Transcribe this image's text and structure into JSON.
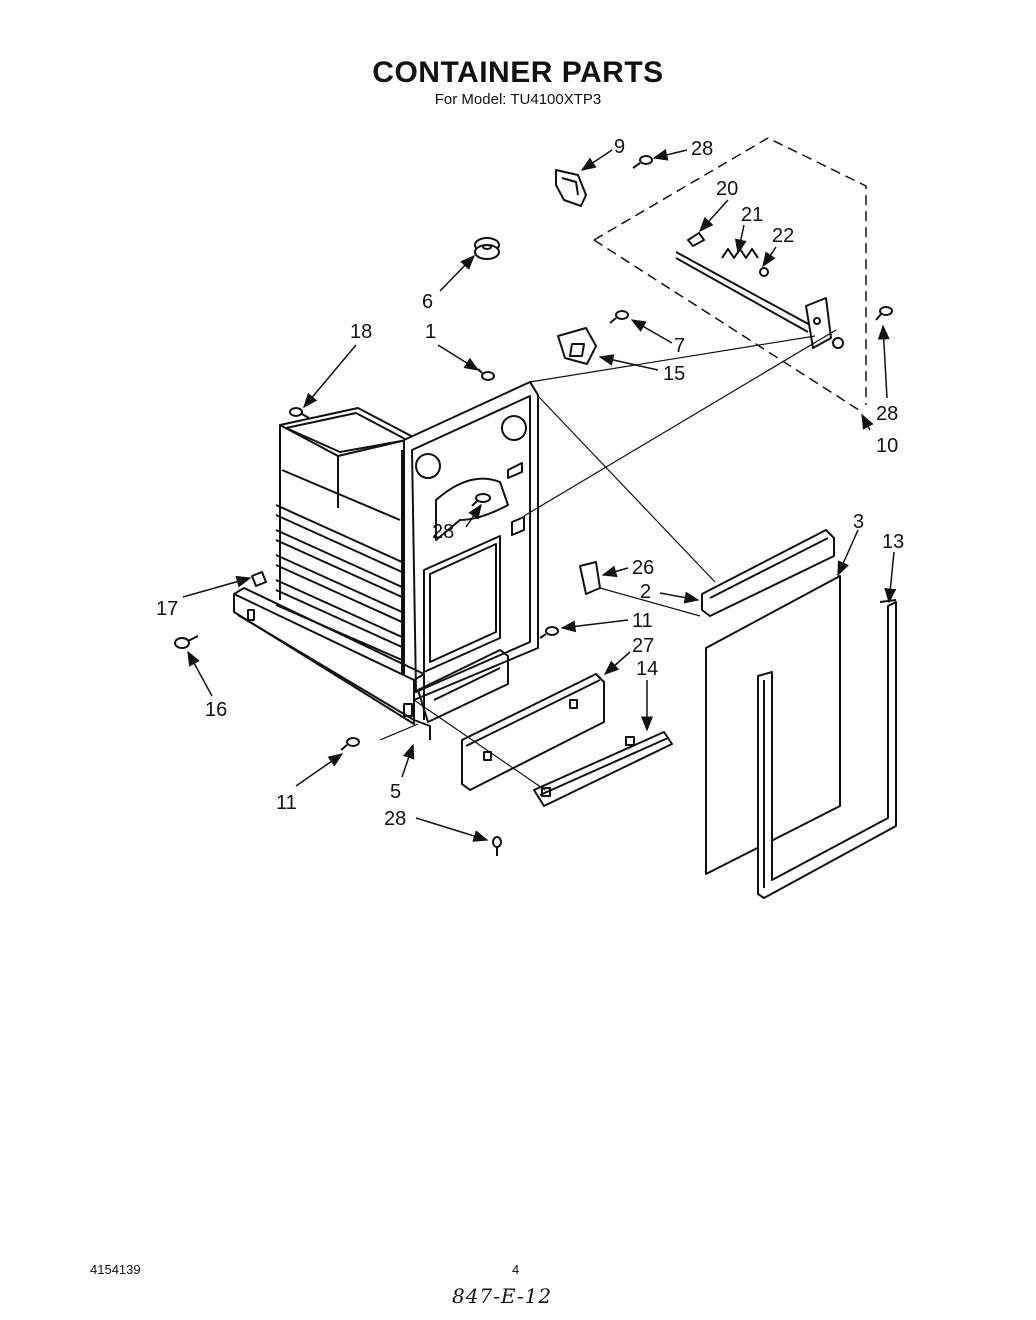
{
  "header": {
    "title": "CONTAINER PARTS",
    "subtitle": "For Model: TU4100XTP3"
  },
  "callouts": [
    "9",
    "28",
    "20",
    "21",
    "22",
    "6",
    "18",
    "1",
    "7",
    "15",
    "28",
    "10",
    "28",
    "26",
    "3",
    "13",
    "2",
    "17",
    "11",
    "27",
    "14",
    "16",
    "5",
    "11",
    "28"
  ],
  "footer": {
    "doc_number": "4154139",
    "page_number": "4",
    "handwritten_code": "847-E-12"
  }
}
